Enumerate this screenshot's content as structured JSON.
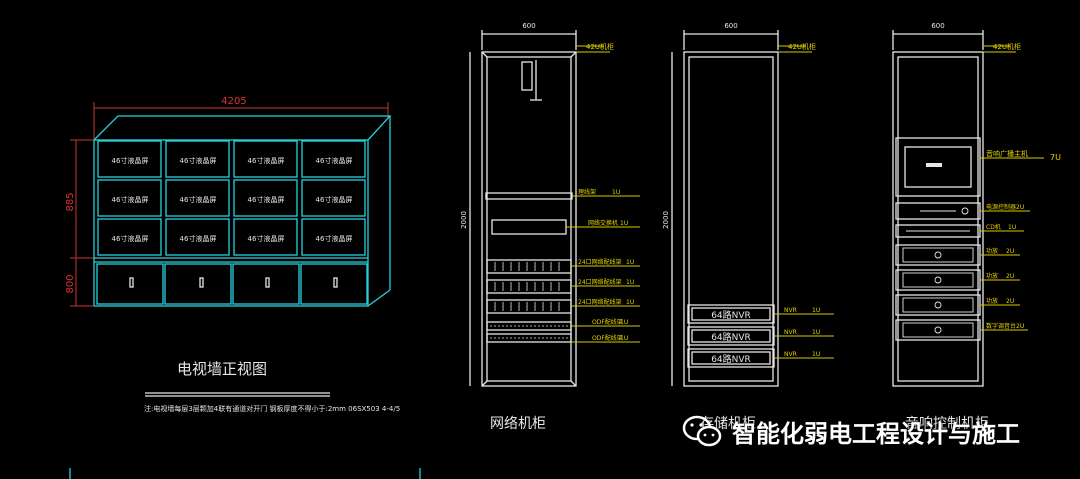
{
  "tv_wall": {
    "width_dim": "4205",
    "height_dim_upper": "885",
    "height_dim_lower": "800",
    "screen_label": "46寸液晶屏",
    "title": "电视墙正视图",
    "note": "注:电视墙每层3层颗加4联有通道对开门 钢板厚度不得小于:2mm 06SX503 4-4/5"
  },
  "cabinet_network": {
    "width_dim": "600",
    "height_dim": "2000",
    "top_label": "42U机柜",
    "items": [
      {
        "label": "理线架",
        "u": "1U"
      },
      {
        "label": "网络交换机",
        "u": "1U"
      },
      {
        "label": "24口网络配线架",
        "u": "1U"
      },
      {
        "label": "24口网络配线架",
        "u": "1U"
      },
      {
        "label": "24口网络配线架",
        "u": "1U"
      },
      {
        "label": "ODF配线架",
        "u": "1U"
      },
      {
        "label": "ODF配线架",
        "u": "1U"
      }
    ],
    "caption": "网络机柜"
  },
  "cabinet_storage": {
    "width_dim": "600",
    "height_dim": "2000",
    "top_label": "42U机柜",
    "nvr_label": "64路NVR",
    "items": [
      {
        "label": "NVR",
        "u": "1U"
      },
      {
        "label": "NVR",
        "u": "1U"
      },
      {
        "label": "NVR",
        "u": "1U"
      }
    ],
    "caption": "存储机柜"
  },
  "cabinet_av": {
    "width_dim": "600",
    "top_label": "42U机柜",
    "items": [
      {
        "label": "音响广播主机",
        "u": "7U"
      },
      {
        "label": "电源控制器",
        "u": "2U"
      },
      {
        "label": "CD机",
        "u": "1U"
      },
      {
        "label": "功放",
        "u": "2U"
      },
      {
        "label": "功放",
        "u": "2U"
      },
      {
        "label": "功放",
        "u": "2U"
      },
      {
        "label": "数字调音台",
        "u": "2U"
      }
    ],
    "caption": "音响控制机柜"
  },
  "watermark": {
    "text": "智能化弱电工程设计与施工",
    "icon": "wechat-icon"
  },
  "colors": {
    "line_cyan": "#28d2dc",
    "line_white": "#e6e6e6",
    "dimension_red": "#cc3333",
    "label_yellow": "#e3d400",
    "background": "#000000"
  }
}
